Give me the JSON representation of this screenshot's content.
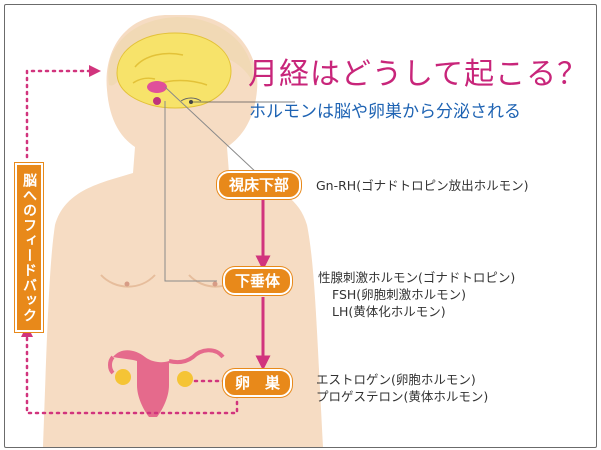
{
  "title": "月経はどうして起こる？",
  "subtitle": "ホルモンは脳や卵巣から分泌される",
  "feedback_label": "脳へのフィードバック",
  "organs": {
    "hypothalamus": {
      "label": "視床下部",
      "hormones": [
        "Gn-RH(ゴナドトロピン放出ホルモン)"
      ]
    },
    "pituitary": {
      "label": "下垂体",
      "hormones": [
        "性腺刺激ホルモン(ゴナドトロピン)",
        "FSH(卵胞刺激ホルモン)",
        "LH(黄体化ホルモン)"
      ]
    },
    "ovary": {
      "label": "卵　巣",
      "hormones": [
        "エストロゲン(卵胞ホルモン)",
        "プロゲステロン(黄体ホルモン)"
      ]
    }
  },
  "colors": {
    "title": "#c8257a",
    "subtitle": "#1e63b3",
    "badge": "#e8891a",
    "arrow": "#d1347d",
    "skin": "#f6dcc3"
  }
}
